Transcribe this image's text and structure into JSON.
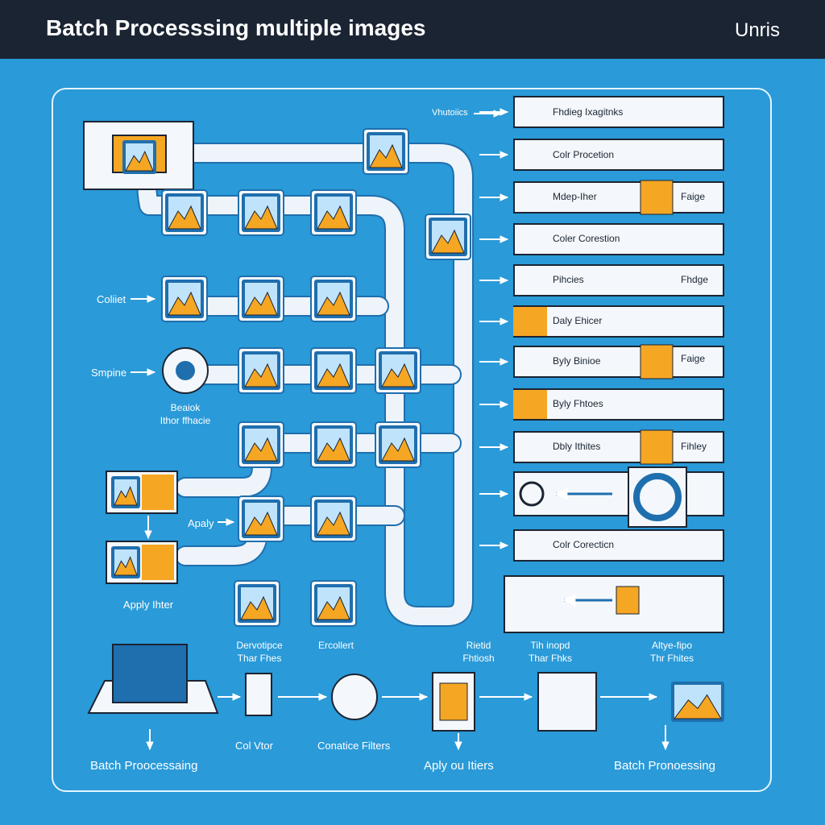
{
  "header": {
    "title": "Batch Processsing multiple images",
    "brand": "Unris"
  },
  "colors": {
    "background": "#2a9ad8",
    "header": "#1b2433",
    "accent": "#f5a623",
    "card": "#f4f8fc",
    "pipe": "#eef4fa"
  },
  "left_labels": {
    "collect": "Coliiet",
    "sampling": "Smpine",
    "filter_caption": "Beaiok\nIthor ffhacie",
    "apply_small": "Apaly",
    "apply_filter": "Apply Ihter"
  },
  "top_arrow_label": "Vhutoiics",
  "right_rows": [
    {
      "label": "Fhdieg Ixagitnks",
      "right_label": ""
    },
    {
      "label": "Colr Procetion",
      "right_label": ""
    },
    {
      "label": "Mdep-Iher",
      "right_label": "Faige"
    },
    {
      "label": "Coler Corestion",
      "right_label": ""
    },
    {
      "label": "Pihcies",
      "right_label": "Fhdge"
    },
    {
      "label": "Daly Ehicer",
      "right_label": ""
    },
    {
      "label": "Byly Binioe",
      "right_label": "Faige"
    },
    {
      "label": "Byly Fhtoes",
      "right_label": ""
    },
    {
      "label": "Dbly Ithites",
      "right_label": "Fihley"
    },
    {
      "label": "",
      "right_label": ""
    },
    {
      "label": "Colr Corecticn",
      "right_label": ""
    }
  ],
  "middle_captions": {
    "derivative": "Dervotipce\nThar Fhes",
    "enrolled": "Ercollert",
    "batch": "Rietid\nFhtiosh",
    "tile_input": "Tih inopd\nThar Fhks",
    "apply_type": "Altye-fipo\nThr Fhites"
  },
  "bottom_labels": {
    "batch_processing_left": "Batch Proocessaing",
    "col_ntor": "Col Vtor",
    "conatice_filters": "Conatice Filters",
    "apply_filters": "Aply ou Itiers",
    "batch_processing_right": "Batch Pronoessing"
  }
}
